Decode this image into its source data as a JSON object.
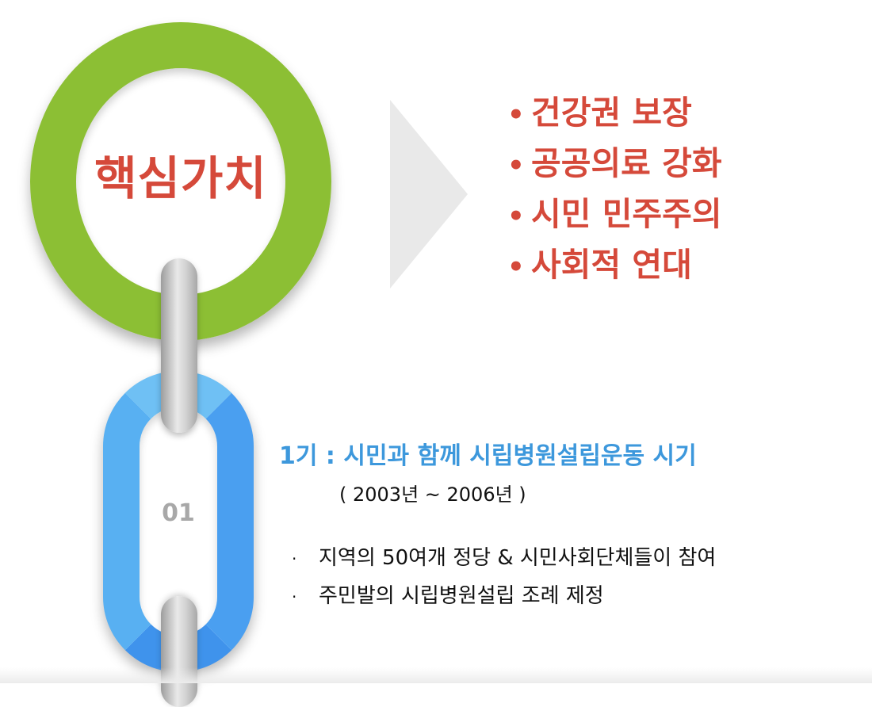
{
  "core": {
    "label": "핵심가치"
  },
  "values": {
    "bullet": "•",
    "items": [
      "건강권 보장",
      "공공의료 강화",
      "시민 민주주의",
      "사회적 연대"
    ]
  },
  "phase": {
    "number": "01",
    "title": "1기 : 시민과 함께 시립병원설립운동 시기",
    "period": "( 2003년 ~ 2006년 )",
    "bullet": "·",
    "details": [
      "지역의 50여개 정당 & 시민사회단체들이 참여",
      "주민발의 시립병원설립 조례 제정"
    ]
  },
  "colors": {
    "green_ring": "#8cbf34",
    "accent_red": "#d5493a",
    "blue_ring": "#5aaef0",
    "title_blue": "#3d98dc",
    "arrow_gray": "#e9e9e9"
  },
  "icons": {
    "arrow": "chevron-right-icon",
    "link": "chain-link-icon"
  }
}
